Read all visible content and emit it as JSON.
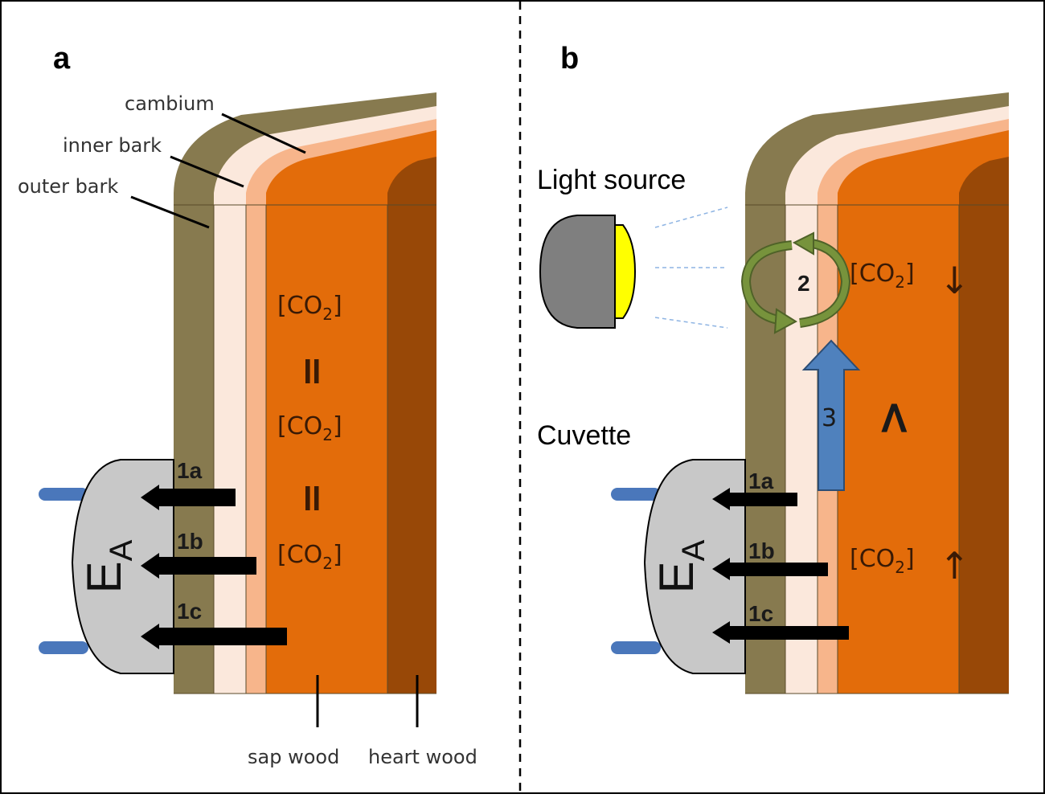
{
  "panels": [
    {
      "letter": "a"
    },
    {
      "letter": "b"
    }
  ],
  "layer_labels": {
    "cambium": "cambium",
    "inner_bark": "inner bark",
    "outer_bark": "outer bark",
    "sap_wood": "sap wood",
    "heart_wood": "heart wood"
  },
  "flux_labels": {
    "f1a": "1a",
    "f1b": "1b",
    "f1c": "1c",
    "f2": "2",
    "f3": "3"
  },
  "co2_text": {
    "prefix": "[CO",
    "subscript": "2",
    "suffix": "]"
  },
  "symbols": {
    "equals": "=",
    "greater": ">",
    "arrow_down": "↓",
    "arrow_up": "↑"
  },
  "efflux": {
    "main": "E",
    "subscript": "A"
  },
  "panel_b_labels": {
    "light_source": "Light source",
    "cuvette": "Cuvette"
  },
  "colors": {
    "outer_bark": "#877a4f",
    "inner_bark": "#fbe8dc",
    "cambium": "#f7b58b",
    "sap_wood": "#e36c0a",
    "heart_wood": "#984807",
    "cuvette": "#c8c8c8",
    "pipe": "#4a77bb",
    "lamp_body": "#7f7f7f",
    "lamp_lens": "#ffff00",
    "recycle_arrow": "#77933c",
    "transport_arrow": "#4f81bd"
  }
}
